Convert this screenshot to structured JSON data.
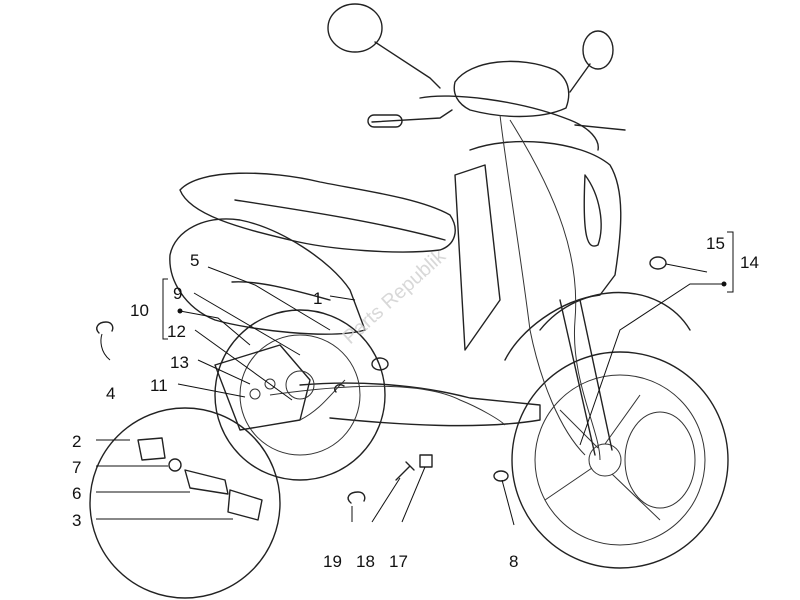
{
  "callouts": {
    "c1": "1",
    "c2": "2",
    "c3": "3",
    "c4": "4",
    "c5": "5",
    "c6": "6",
    "c7": "7",
    "c8": "8",
    "c9": "9",
    "c10": "10",
    "c11": "11",
    "c12": "12",
    "c13": "13",
    "c14": "14",
    "c15": "15",
    "c17": "17",
    "c18": "18",
    "c19": "19"
  },
  "watermark": "Parts Republik"
}
